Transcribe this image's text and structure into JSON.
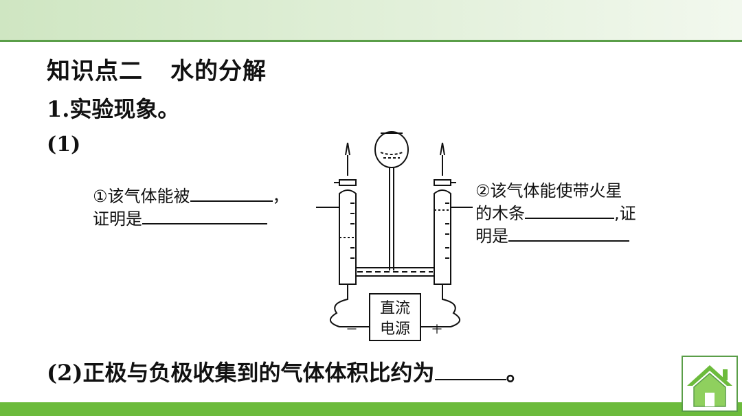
{
  "heading": {
    "part1": "知识点二",
    "part2": "水的分解"
  },
  "subheading": "1.实验现象。",
  "item1": {
    "label": "(1)"
  },
  "left_caption": {
    "line1_prefix": "①该气体能被",
    "line1_suffix": "，",
    "line2_prefix": "证明是"
  },
  "right_caption": {
    "line1": "②该气体能使带火星",
    "line2_prefix": "的木条",
    "line2_suffix": ",证",
    "line3_prefix": "明是"
  },
  "power_supply": {
    "line1": "直流",
    "line2": "电源",
    "minus": "－",
    "plus": "＋"
  },
  "item2": {
    "prefix": "(2)正极与负极收集到的气体体积比约为",
    "suffix": "。"
  },
  "colors": {
    "top_bar": "#cfe6c2",
    "top_line": "#5a9e48",
    "bottom_bar": "#6cbb3c",
    "home_button": "#6cbb3c"
  },
  "icons": {
    "home": "home-icon"
  }
}
